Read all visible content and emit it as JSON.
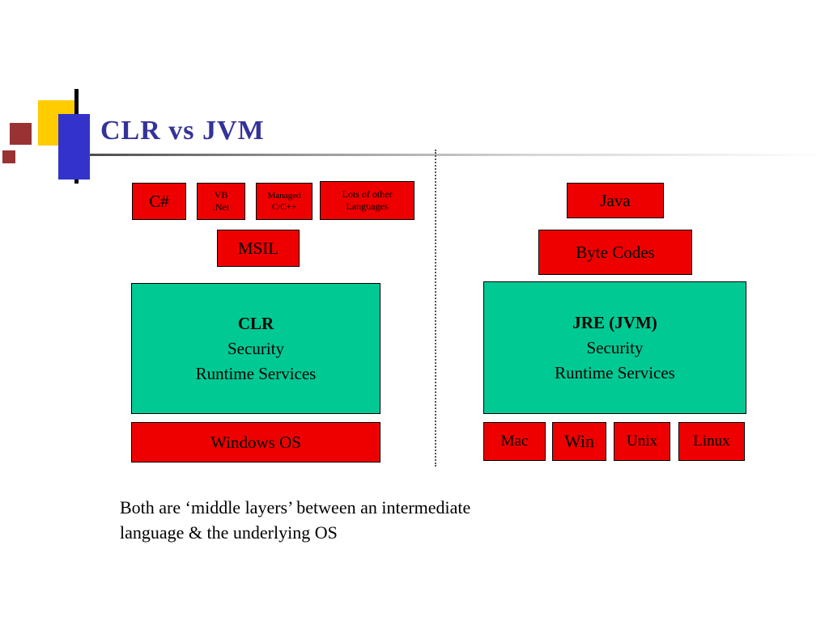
{
  "title": "CLR vs JVM",
  "colors": {
    "box_red": "#ee0000",
    "box_teal": "#00c994",
    "title_blue": "#333399",
    "accent_yellow": "#ffcc00",
    "accent_blue": "#3333cc",
    "accent_maroon": "#993333"
  },
  "left": {
    "csharp": "C#",
    "vbnet": {
      "line1": "VB",
      "line2": ".Net"
    },
    "managed": {
      "line1": "Managed",
      "line2": "C/C++"
    },
    "lots": {
      "line1": "Lots of  other",
      "line2": "Languages"
    },
    "msil": "MSIL",
    "clr": {
      "line1": "CLR",
      "line2": "Security",
      "line3": "Runtime Services"
    },
    "os": "Windows OS"
  },
  "right": {
    "java": "Java",
    "bytecodes": "Byte Codes",
    "jre": {
      "line1": "JRE (JVM)",
      "line2": "Security",
      "line3": "Runtime Services"
    },
    "oses": [
      "Mac",
      "Win",
      "Unix",
      "Linux"
    ]
  },
  "caption": {
    "line1": "Both are ‘middle layers’ between an intermediate",
    "line2": "language & the underlying OS"
  }
}
